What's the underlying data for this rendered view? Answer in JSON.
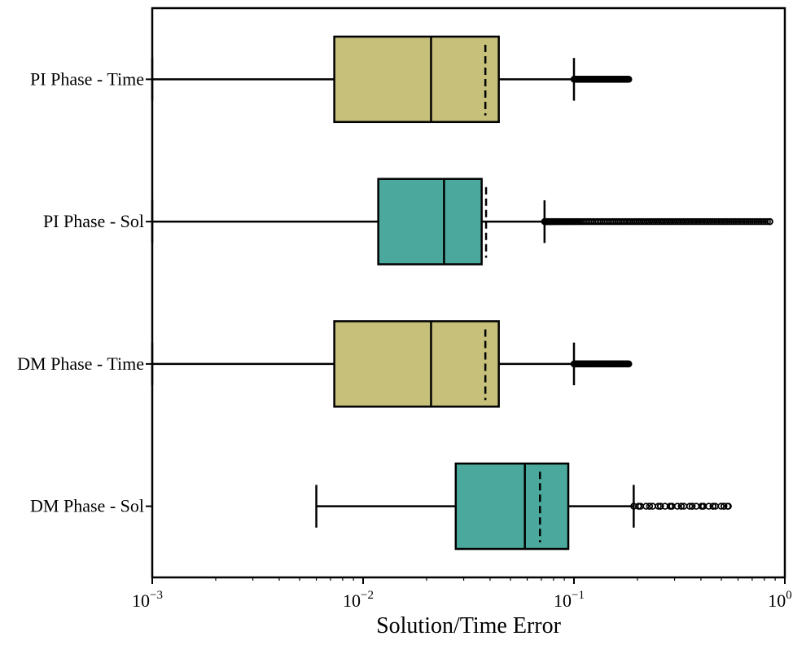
{
  "chart_data": {
    "type": "boxplot",
    "orientation": "horizontal",
    "xlabel": "Solution/Time Error",
    "xscale": "log",
    "xlim": [
      0.001,
      1
    ],
    "xticks": [
      {
        "value": 0.001,
        "base": "10",
        "exp": "−3"
      },
      {
        "value": 0.01,
        "base": "10",
        "exp": "−2"
      },
      {
        "value": 0.1,
        "base": "10",
        "exp": "−1"
      },
      {
        "value": 1,
        "base": "10",
        "exp": "0"
      }
    ],
    "grid": false,
    "legend": "none",
    "colors": {
      "time": "#c6c07b",
      "sol": "#4aa99c",
      "stroke": "#000000"
    },
    "series": [
      {
        "label": "PI Phase - Time",
        "color_key": "time",
        "whisker_low": 0.001,
        "q1": 0.0073,
        "median": 0.021,
        "mean": 0.038,
        "q3": 0.044,
        "whisker_high": 0.1,
        "outliers_range": [
          0.1,
          0.182
        ],
        "outlier_density": "dense"
      },
      {
        "label": "PI Phase - Sol",
        "color_key": "sol",
        "whisker_low": 0.001,
        "q1": 0.0118,
        "median": 0.0242,
        "mean": 0.0383,
        "q3": 0.0365,
        "whisker_high": 0.0725,
        "outliers_range": [
          0.0725,
          0.85
        ],
        "outlier_density": "sparse"
      },
      {
        "label": "DM Phase - Time",
        "color_key": "time",
        "whisker_low": 0.001,
        "q1": 0.0073,
        "median": 0.021,
        "mean": 0.038,
        "q3": 0.044,
        "whisker_high": 0.1,
        "outliers_range": [
          0.1,
          0.182
        ],
        "outlier_density": "dense"
      },
      {
        "label": "DM Phase - Sol",
        "color_key": "sol",
        "whisker_low": 0.006,
        "q1": 0.0275,
        "median": 0.0585,
        "mean": 0.069,
        "q3": 0.094,
        "whisker_high": 0.192,
        "outliers_range": [
          0.192,
          0.54
        ],
        "outlier_density": "medium"
      }
    ]
  }
}
